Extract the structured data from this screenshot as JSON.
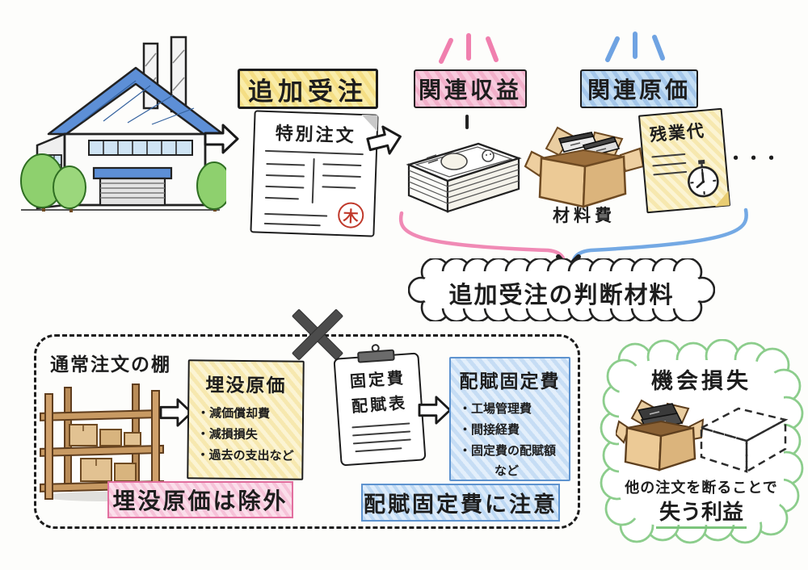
{
  "colors": {
    "ink": "#1d1d1d",
    "yellow_highlight": "#f8ecae",
    "pink_highlight": "#f6c6d9",
    "blue_highlight": "#c0daf2",
    "pink_accent": "#ee8ab4",
    "blue_accent": "#74a9e4",
    "green_accent": "#8ccd8c",
    "stamp_red": "#c0392b",
    "cardboard": "#e8c795",
    "wood": "#c99d6b"
  },
  "top_flow": {
    "order_label": "追加受注",
    "document_title": "特別注文",
    "stamp_char": "木",
    "revenue_label": "関連収益",
    "cost_label": "関連原価",
    "materials_caption": "材料費",
    "overtime_label": "残業代",
    "ellipsis": "・・・",
    "decision_label": "追加受注の判断材料"
  },
  "excluded_panel": {
    "shelf_caption": "通常注文の棚",
    "sunk_note": {
      "title": "埋没原価",
      "items": [
        "・減価償却費",
        "・減損損失",
        "・過去の支出など"
      ]
    },
    "sunk_conclusion": "埋没原価は除外",
    "clipboard_line1": "固定費",
    "clipboard_line2": "配賦表",
    "allocated_note": {
      "title": "配賦固定費",
      "items": [
        "・工場管理費",
        "・間接経費",
        "・固定費の配賦額",
        "など"
      ]
    },
    "allocated_conclusion": "配賦固定費に注意"
  },
  "opportunity": {
    "title": "機会損失",
    "caption_line1": "他の注文を断ることで",
    "caption_line2": "失う利益"
  }
}
